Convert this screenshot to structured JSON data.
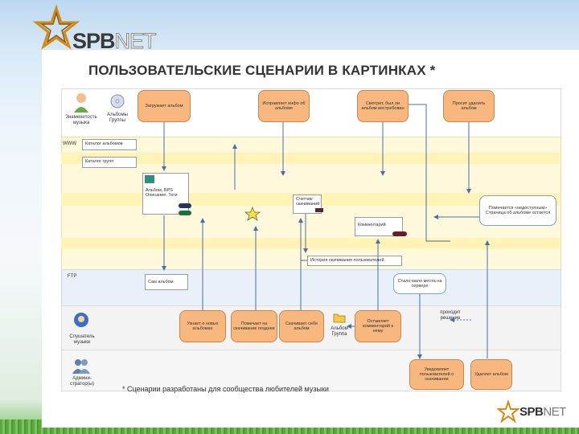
{
  "logo": {
    "brand_bold": "SPB",
    "brand_light": "NET"
  },
  "title": "ПОЛЬЗОВАТЕЛЬСКИЕ СЦЕНАРИИ В КАРТИНКАХ *",
  "footnote": "* Сценарии разработаны для сообщества любителей музыки",
  "lanes": {
    "www": "WWW",
    "ftp": "FTP"
  },
  "actors": {
    "collector": "Знаменитость музыка",
    "albums_groups": "Альбомы Группы",
    "consumer": "Слушатель музыки",
    "admin": "Админи-стратор(ы)"
  },
  "tabs": {
    "catalog_albums": "Каталог альбомов",
    "catalog_groups": "Каталог групп",
    "album_card": "Альбом, BPS Описание, Теги",
    "comment": "Комментарий",
    "history": "История скачивания пользователей",
    "counter": "Счетчик скачиваний"
  },
  "top_boxes": {
    "upload": "Загружает альбом",
    "edit_info": "Исправляет инфо об альбоме",
    "view": "Смотрит, был ли альбом востребован",
    "remove": "Просит удалить альбом"
  },
  "bottom_boxes": {
    "learn_new": "Узнает о новых альбомах",
    "mark": "Помечает на скачивание позднее",
    "download": "Скачивает себе альбом",
    "reply": "Оставляет комментарий к нему",
    "notifies": "Уведомляет пользователей о скачивании",
    "deletes": "Удаляет альбом"
  },
  "white_boxes": {
    "unavailable": "Помечается «недоступным» Страница об альбоме остается",
    "disk_space": "Стало мало места на сервере",
    "decision": "проходит решение"
  },
  "ftp_box": "Сам альбом",
  "album_group_small": "Альбом Группа",
  "colors": {
    "accent_orange": "#f7b77e",
    "lane_yellow": "#fff8d6",
    "lane_blue": "#e8eef8"
  }
}
